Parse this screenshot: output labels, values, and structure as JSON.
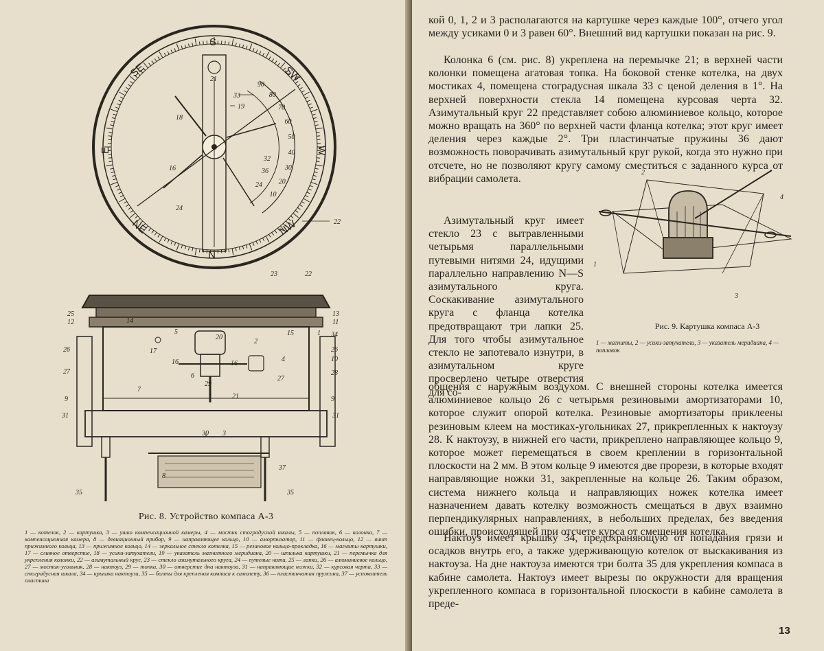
{
  "fig8": {
    "title": "Рис. 8. Устройство компаса А-3",
    "legend": "1 — котелок, 2 — картушка, 3 — ушко компенсационной камеры, 4 — мостик стоградусной шкалы, 5 — поплавок, 6 — колонка, 7 — компенсационная камера, 8 — девиационный прибор, 9 — направляющее кольцо, 10 — амортизатор, 11 — фланец-кольцо, 12 — винт прижимного кольца, 13 — прижимное кольцо, 14 — зеркальное стекло котелка, 15 — резиновое кольцо-прокладка, 16 — магниты картушки, 17 — сливное отверстие, 18 — усики-затухатели, 19 — указатель магнитного меридиана, 20 — шпилька картушки, 21 — перемычка для укрепления колонки, 22 — азимутальный круг, 23 — стекло азимутального круга, 24 — путевые нити, 25 — лапки, 26 — алюминиевое кольцо, 27 — мостик-угольник, 28 — нактоуз, 29 — топка, 30 — отверстие дна нактоуза, 31 — направляющие ножки, 32 — курсовая черта, 33 — стоградусная шкала, 34 — крышка нактоуза, 35 — болты для крепления компаса к самолету, 36 — пластинчатая пружина, 37 — успокоитель пластина",
    "compass_letters": {
      "s": "S",
      "se": "SE",
      "sw": "SW",
      "e": "E",
      "w": "W",
      "ne": "NE",
      "nw": "NW",
      "n": "N"
    },
    "scale_numbers": [
      "90",
      "80",
      "70",
      "60",
      "50",
      "40",
      "30",
      "20",
      "10"
    ],
    "top_labels": [
      "21",
      "33",
      "19",
      "18",
      "32",
      "36",
      "24",
      "16",
      "24",
      "22"
    ],
    "side_labels": [
      "23",
      "22",
      "25",
      "12",
      "13",
      "11",
      "14",
      "15",
      "1",
      "34",
      "5",
      "20",
      "2",
      "17",
      "16",
      "16",
      "26",
      "26",
      "4",
      "10",
      "27",
      "28",
      "6",
      "29",
      "27",
      "9",
      "9",
      "7",
      "21",
      "31",
      "31",
      "30",
      "3",
      "8",
      "37",
      "35",
      "35"
    ]
  },
  "fig9": {
    "title": "Рис. 9. Картушка компаса А-3",
    "legend": "1 — магниты, 2 — усики-затухатели, 3 — указатель меридиана, 4 — поплавок",
    "labels": [
      "2",
      "4",
      "1",
      "3"
    ]
  },
  "right": {
    "p1": "кой 0, 1, 2 и 3 располагаются на картушке через каждые 100°, отчего угол между усиками 0 и 3 равен 60°. Внешний вид картушки показан на рис. 9.",
    "p2": "Колонка 6 (см. рис. 8) укреплена на перемычке 21; в верхней части колонки помещена агатовая топка. На боковой стенке котелка, на двух мостиках 4, помещена стоградусная шкала 33 с ценой деления в 1°. На верхней поверхности стекла 14 помещена курсовая черта 32. Азимутальный круг 22 представляет собою алюминиевое кольцо, которое можно вращать на 360° по верхней части фланца котелка; этот круг имеет деления через каждые 2°. Три пластинчатые пружины 36 дают возможность поворачивать азимутальный круг рукой, когда это нужно при отсчете, но не позволяют кругу самому сместиться с заданного курса от вибрации самолета.",
    "p3": "Азимутальный круг имеет стекло 23 с вытравленными четырьмя параллельными путевыми нитями 24, идущими параллельно направлению N—S азимутального круга. Соскакивание азимутального круга с фланца котелка предотвращают три лапки 25. Для того чтобы азимутальное стекло не запотевало изнутри, в азимутальном круге просверлено четыре отверстия для со-",
    "p4": "общения с наружным воздухом. С внешней стороны котелка имеется алюминиевое кольцо 26 с четырьмя резиновыми амортизаторами 10, которое служит опорой котелка. Резиновые амортизаторы приклеены резиновым клеем на мостиках-угольниках 27, прикрепленных к нактоузу 28. К нактоузу, в нижней его части, прикреплено направляющее кольцо 9, которое может перемещаться в своем креплении в горизонтальной плоскости на 2 мм. В этом кольце 9 имеются две прорези, в которые входят направляющие ножки 31, закрепленные на кольце 26. Таким образом, система нижнего кольца и направляющих ножек котелка имеет назначением давать котелку возможность смещаться в двух взаимно перпендикулярных направлениях, в небольших пределах, без введения ошибки, происходящей при отсчете курса от смещения котелка.",
    "p5": "Нактоуз имеет крышку 34, предохраняющую от попадания грязи и осадков внутрь его, а также удерживающую котелок от выскакивания из нактоуза. На дне нактоуза имеются три болта 35 для укрепления компаса в кабине самолета. Нактоуз имеет вырезы по окружности для вращения укрепленного компаса в горизонтальной плоскости в кабине самолета в преде-"
  },
  "page_number": "13"
}
